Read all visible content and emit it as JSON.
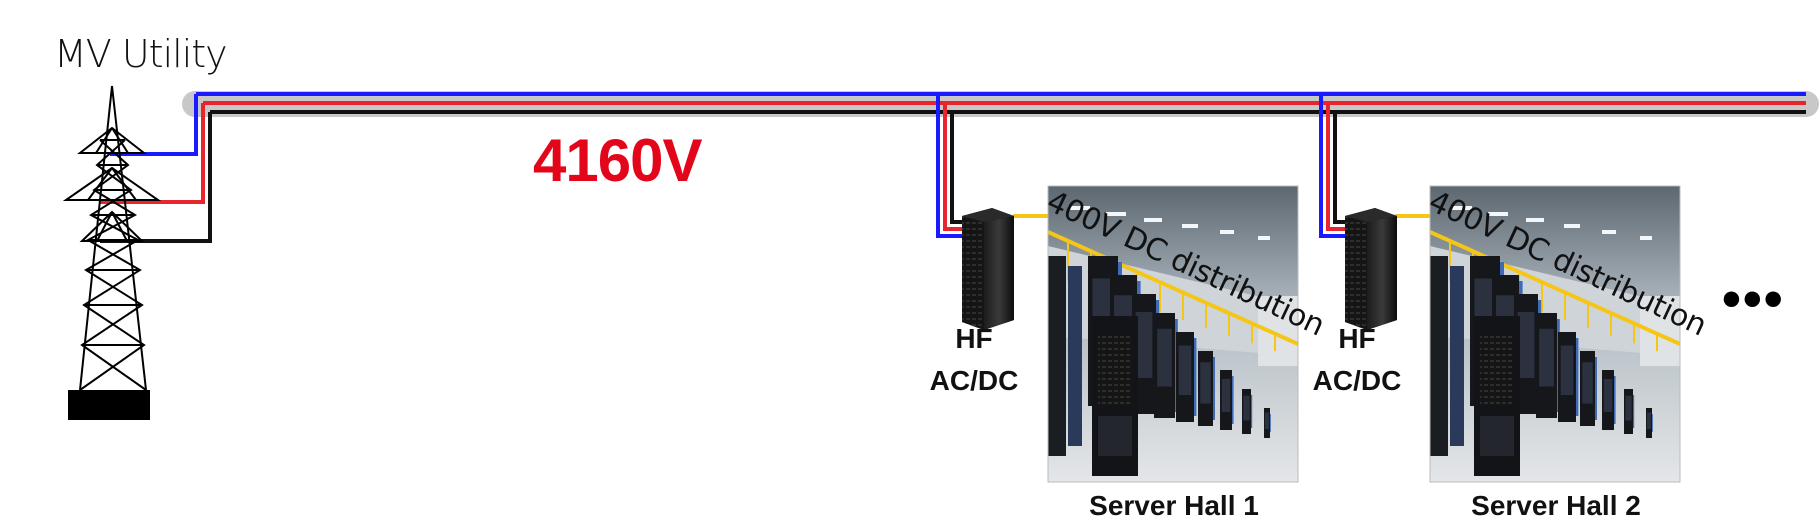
{
  "utility": {
    "label": "MV Utility"
  },
  "bus": {
    "voltage": "4160V"
  },
  "halls": [
    {
      "converter_line1": "HF",
      "converter_line2": "AC/DC",
      "distribution": "400V DC distribution",
      "name": "Server Hall 1"
    },
    {
      "converter_line1": "HF",
      "converter_line2": "AC/DC",
      "distribution": "400V DC distribution",
      "name": "Server Hall 2"
    }
  ],
  "continuation": "•••",
  "colors": {
    "phase_a": "#1a1aff",
    "phase_b": "#e8242c",
    "phase_c": "#111111",
    "bus_shadow": "#c8c8c8",
    "dc_line": "#f5c518",
    "voltage_text": "#e3061a"
  }
}
